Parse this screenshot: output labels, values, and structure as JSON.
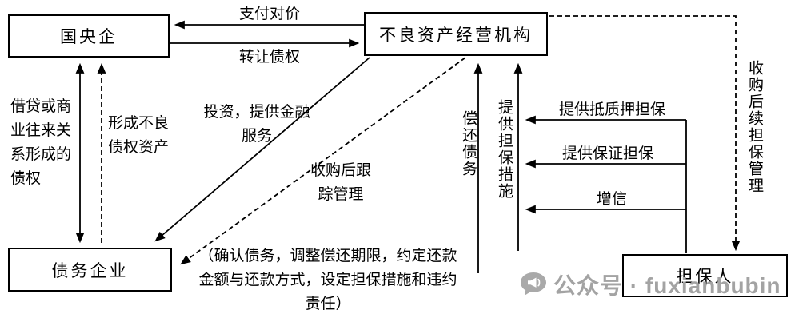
{
  "diagram": {
    "nodes": {
      "state_central_enterprise": "国央企",
      "npa_institution": "不良资产经营机构",
      "debtor_enterprise": "债务企业",
      "guarantor": "担保人"
    },
    "labels": {
      "pay_consideration": "支付对价",
      "transfer_creditor_rights": "转让债权",
      "loan_business_credit": "借贷或商业往来关系形成的债权",
      "form_npa": "形成不良债权资产",
      "invest_financial_services": "投资，提供金融服务",
      "post_acquisition_tracking": "收购后跟踪管理",
      "repay_debt": "偿还债务",
      "provide_guarantee_measures": "提供担保措施",
      "provide_collateral_pledge": "提供抵质押担保",
      "provide_surety_guarantee": "提供保证担保",
      "credit_enhancement": "增信",
      "post_acquisition_guarantee_management": "收购后续担保管理",
      "agreement_note": "（确认债务，调整偿还期限，约定还款金额与还款方式，设定担保措施和违约责任）"
    },
    "line_color": "#000000"
  },
  "watermark": {
    "icon": "speech-bubble-megaphone-icon",
    "text": "公众号 · fuxianbubin",
    "color": "#a3a3a3"
  }
}
